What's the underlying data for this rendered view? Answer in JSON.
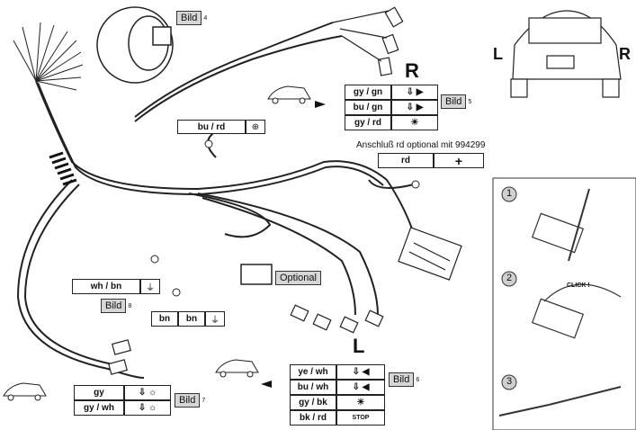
{
  "labels": {
    "bu_rd": "bu / rd",
    "rd": "rd",
    "wh_bn": "wh / bn",
    "bn1": "bn",
    "bn2": "bn",
    "gy_gn": "gy / gn",
    "bu_gn": "bu / gn",
    "gy_rd": "gy / rd",
    "ye_wh": "ye / wh",
    "bu_wh": "bu / wh",
    "gy_bk": "gy / bk",
    "bk_rd": "bk / rd",
    "gy": "gy",
    "gy_wh": "gy / wh",
    "optional_anschluss": "Anschluß rd optional mit 994299",
    "optional_tag": "Optional"
  },
  "bild": {
    "word": "Bild",
    "n4": "4",
    "n5": "5",
    "n6": "6",
    "n7": "7",
    "n8": "8"
  },
  "side": {
    "R_top": "R",
    "L_mid": "L",
    "car_L": "L",
    "car_R": "R"
  },
  "steps": [
    "1",
    "2",
    "3"
  ],
  "click": "CLICK !",
  "stop": "STOP"
}
